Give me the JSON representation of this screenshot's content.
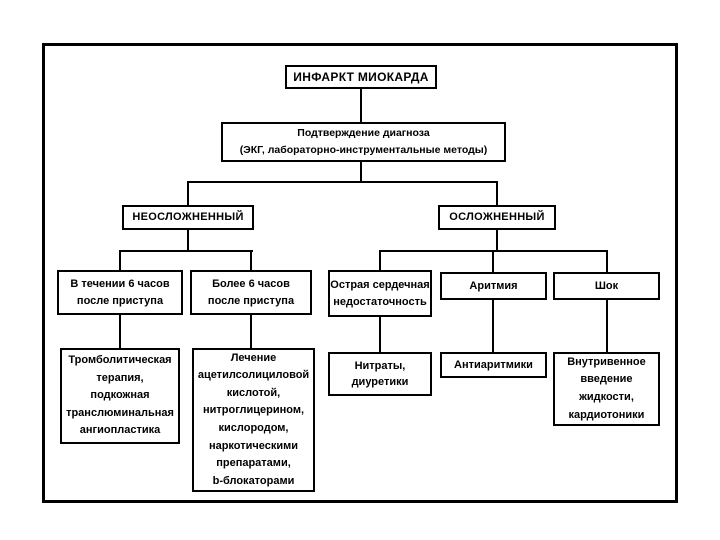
{
  "diagram": {
    "title": "ИНФАРКТ МИОКАРДА",
    "type": "flowchart",
    "colors": {
      "background": "#ffffff",
      "box_fill": "#ffffff",
      "box_border": "#000000",
      "connector": "#000000",
      "text": "#000000"
    },
    "nodes": {
      "infarct": "ИНФАРКТ МИОКАРДА",
      "confirm": "Подтверждение диагноза\n(ЭКГ, лабораторно-инструментальные методы)",
      "uncomplicated": "НЕОСЛОЖНЕННЫЙ",
      "complicated": "ОСЛОЖНЕННЫЙ",
      "within_6h": "В течении 6 часов\nпосле приступа",
      "over_6h": "Более 6 часов\nпосле приступа",
      "acute_heart_failure": "Острая сердечная\nнедостаточность",
      "arrhythmia": "Аритмия",
      "shock": "Шок",
      "thrombolysis": "Тромболитическая\nтерапия,\nподкожная\nтранслюминальная\nангиопластика",
      "aspirin_treatment": "Лечение\nацетилсолициловой\nкислотой,\nнитроглицерином,\nкислородом,\nнаркотическими\nпрепаратами,\nb-блокаторами",
      "nitrates_diuretics": "Нитраты,\nдиуретики",
      "antiarrhythmics": "Антиаритмики",
      "iv_fluids": "Внутривенное\nвведение\nжидкости,\nкардиотоники"
    },
    "edges": [
      [
        "infarct",
        "confirm"
      ],
      [
        "confirm",
        "uncomplicated"
      ],
      [
        "confirm",
        "complicated"
      ],
      [
        "uncomplicated",
        "within_6h"
      ],
      [
        "uncomplicated",
        "over_6h"
      ],
      [
        "complicated",
        "acute_heart_failure"
      ],
      [
        "complicated",
        "arrhythmia"
      ],
      [
        "complicated",
        "shock"
      ],
      [
        "within_6h",
        "thrombolysis"
      ],
      [
        "over_6h",
        "aspirin_treatment"
      ],
      [
        "acute_heart_failure",
        "nitrates_diuretics"
      ],
      [
        "arrhythmia",
        "antiarrhythmics"
      ],
      [
        "shock",
        "iv_fluids"
      ]
    ]
  }
}
